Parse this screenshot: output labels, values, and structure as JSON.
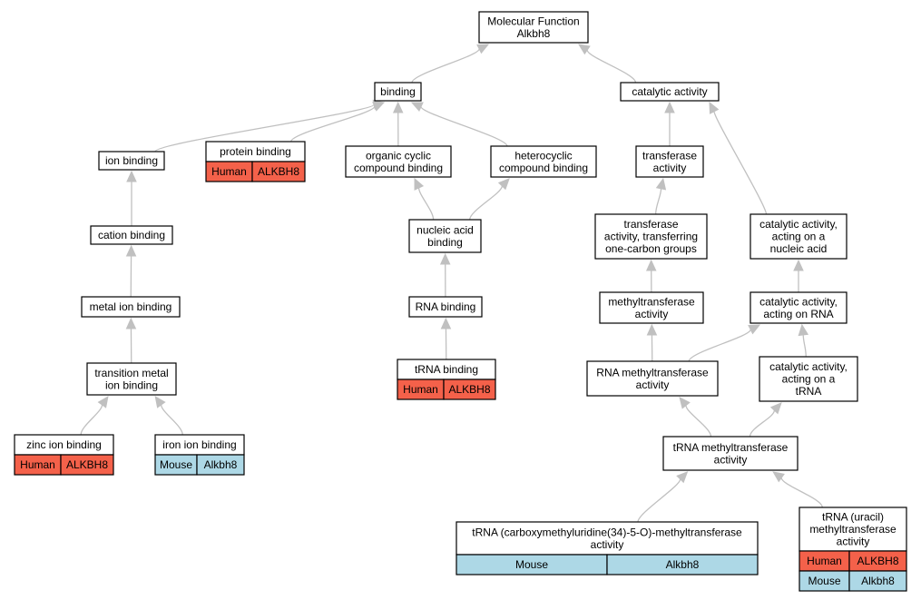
{
  "colors": {
    "human": "#f4614a",
    "mouse": "#add8e6",
    "edge": "#c0c0c0"
  },
  "nodes": {
    "molecular_function": [
      "Molecular Function",
      "Alkbh8"
    ],
    "binding": [
      "binding"
    ],
    "catalytic_activity": [
      "catalytic activity"
    ],
    "ion_binding": [
      "ion binding"
    ],
    "protein_binding": [
      "protein binding"
    ],
    "organic_cyclic": [
      "organic cyclic",
      "compound binding"
    ],
    "heterocyclic": [
      "heterocyclic",
      "compound binding"
    ],
    "transferase": [
      "transferase",
      "activity"
    ],
    "cation_binding": [
      "cation binding"
    ],
    "nucleic_acid_binding": [
      "nucleic acid",
      "binding"
    ],
    "transferase_one_carbon": [
      "transferase",
      "activity, transferring",
      "one-carbon groups"
    ],
    "catalytic_nucleic": [
      "catalytic activity,",
      "acting on a",
      "nucleic acid"
    ],
    "metal_ion_binding": [
      "metal ion binding"
    ],
    "rna_binding": [
      "RNA binding"
    ],
    "methyltransferase": [
      "methyltransferase",
      "activity"
    ],
    "catalytic_rna": [
      "catalytic activity,",
      "acting on RNA"
    ],
    "transition_metal": [
      "transition metal",
      "ion binding"
    ],
    "trna_binding": [
      "tRNA binding"
    ],
    "rna_methyltransferase": [
      "RNA methyltransferase",
      "activity"
    ],
    "catalytic_trna": [
      "catalytic activity,",
      "acting on a",
      "tRNA"
    ],
    "zinc_ion_binding": [
      "zinc ion binding"
    ],
    "iron_ion_binding": [
      "iron ion binding"
    ],
    "trna_methyltransferase": [
      "tRNA methyltransferase",
      "activity"
    ],
    "trna_cm5u": [
      "tRNA (carboxymethyluridine(34)-5-O)-methyltransferase",
      "activity"
    ],
    "trna_uracil": [
      "tRNA (uracil)",
      "methyltransferase",
      "activity"
    ]
  },
  "annotations": {
    "protein_binding": [
      [
        "Human",
        "ALKBH8"
      ]
    ],
    "trna_binding": [
      [
        "Human",
        "ALKBH8"
      ]
    ],
    "zinc_ion_binding": [
      [
        "Human",
        "ALKBH8"
      ]
    ],
    "iron_ion_binding": [
      [
        "Mouse",
        "Alkbh8"
      ]
    ],
    "trna_cm5u": [
      [
        "Mouse",
        "Alkbh8"
      ]
    ],
    "trna_uracil": [
      [
        "Human",
        "ALKBH8"
      ],
      [
        "Mouse",
        "Alkbh8"
      ]
    ]
  }
}
